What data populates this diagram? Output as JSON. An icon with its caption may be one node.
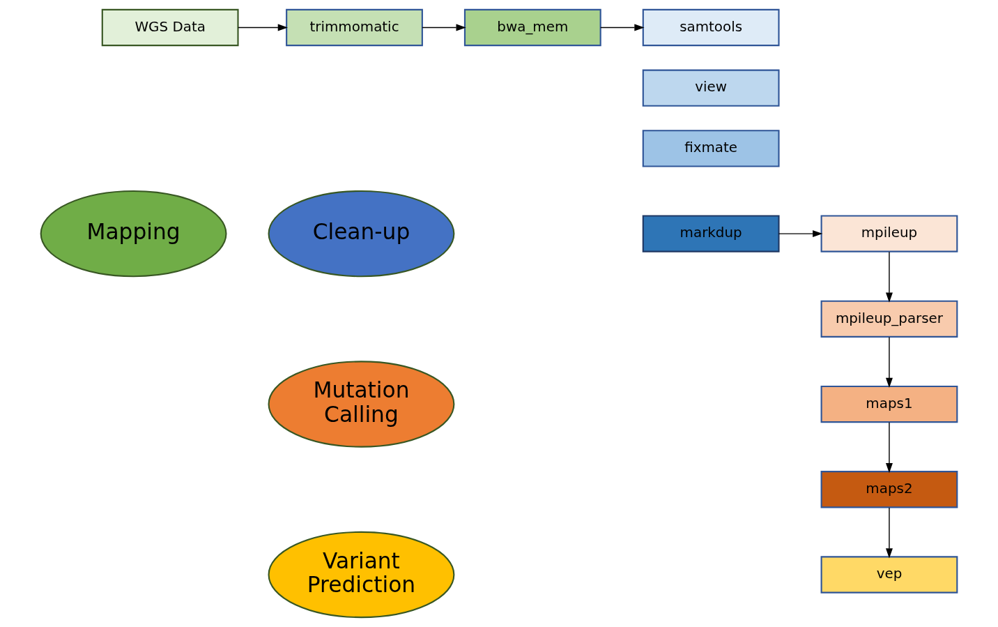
{
  "diagram": {
    "nodes": [
      {
        "text": [
          "WGS Data"
        ]
      },
      {
        "text": [
          "trimmomatic"
        ]
      },
      {
        "text": [
          "bwa_mem"
        ]
      },
      {
        "text": [
          "samtools"
        ]
      },
      {
        "text": [
          "view"
        ]
      },
      {
        "text": [
          "fixmate"
        ]
      },
      {
        "text": [
          "markdup"
        ]
      },
      {
        "text": [
          "mpileup"
        ]
      },
      {
        "text": [
          "mpileup_parser"
        ]
      },
      {
        "text": [
          "maps1"
        ]
      },
      {
        "text": [
          "maps2"
        ]
      },
      {
        "text": [
          "vep"
        ]
      },
      {
        "text": [
          "Mapping"
        ]
      },
      {
        "text": [
          "Clean-up"
        ]
      },
      {
        "text": [
          "Mutation Calling"
        ]
      },
      {
        "text": [
          "Variant Prediction"
        ]
      }
    ],
    "edges": [
      {
        "from": 0,
        "to": 1,
        "arrow": "to"
      },
      {
        "from": 1,
        "to": 2,
        "arrow": "to"
      },
      {
        "from": 2,
        "to": 3,
        "arrow": "to"
      },
      {
        "from": 6,
        "to": 7,
        "arrow": "to"
      },
      {
        "from": 7,
        "to": 8,
        "arrow": "to"
      },
      {
        "from": 8,
        "to": 9,
        "arrow": "to"
      },
      {
        "from": 9,
        "to": 10,
        "arrow": "to"
      },
      {
        "from": 10,
        "to": 11,
        "arrow": "to"
      }
    ]
  }
}
